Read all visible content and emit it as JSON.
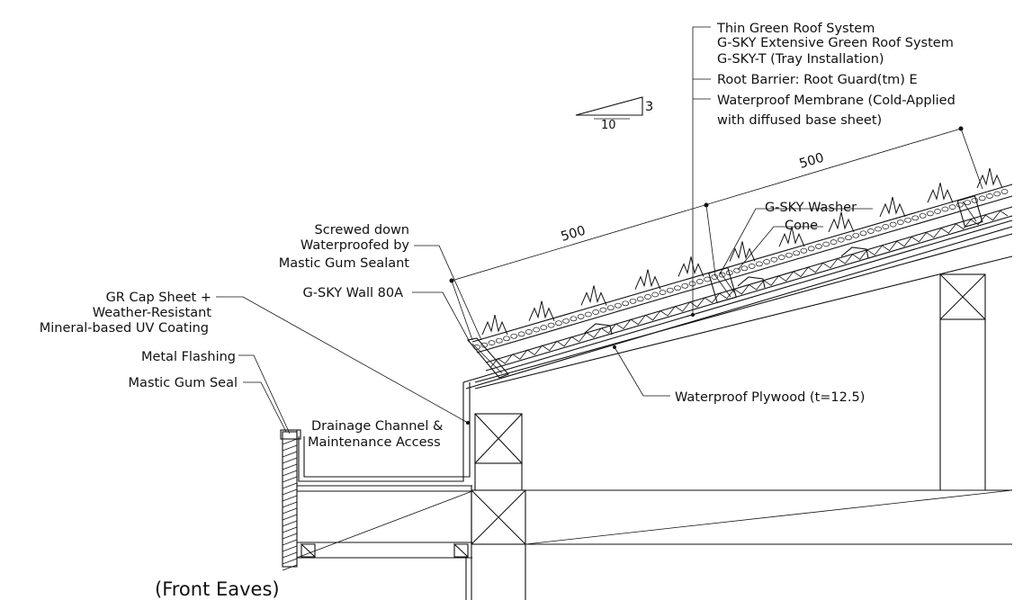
{
  "labels": {
    "system_line1": "Thin Green Roof System",
    "system_line2": "G-SKY Extensive Green Roof System",
    "system_line3": "G-SKY-T (Tray Installation)",
    "root_barrier": "Root Barrier: Root Guard(tm) E",
    "membrane_line1": "Waterproof Membrane (Cold-Applied",
    "membrane_line2": "with diffused base sheet)",
    "washer": "G-SKY Washer",
    "cone": "Cone",
    "screwed_line1": "Screwed down",
    "screwed_line2": "Waterproofed by",
    "screwed_line3": "Mastic Gum Sealant",
    "cap_line1": "GR Cap Sheet +",
    "cap_line2": "Weather-Resistant",
    "cap_line3": "Mineral-based UV Coating",
    "wall": "G-SKY Wall 80A",
    "flashing": "Metal Flashing",
    "mastic_seal": "Mastic Gum Seal",
    "drain_line1": "Drainage Channel &",
    "drain_line2": "Maintenance Access",
    "plywood": "Waterproof Plywood (t=12.5)",
    "title": "(Front Eaves)"
  },
  "dimensions": {
    "dim_left": "500",
    "dim_right": "500",
    "slope_rise": "3",
    "slope_run": "10"
  }
}
